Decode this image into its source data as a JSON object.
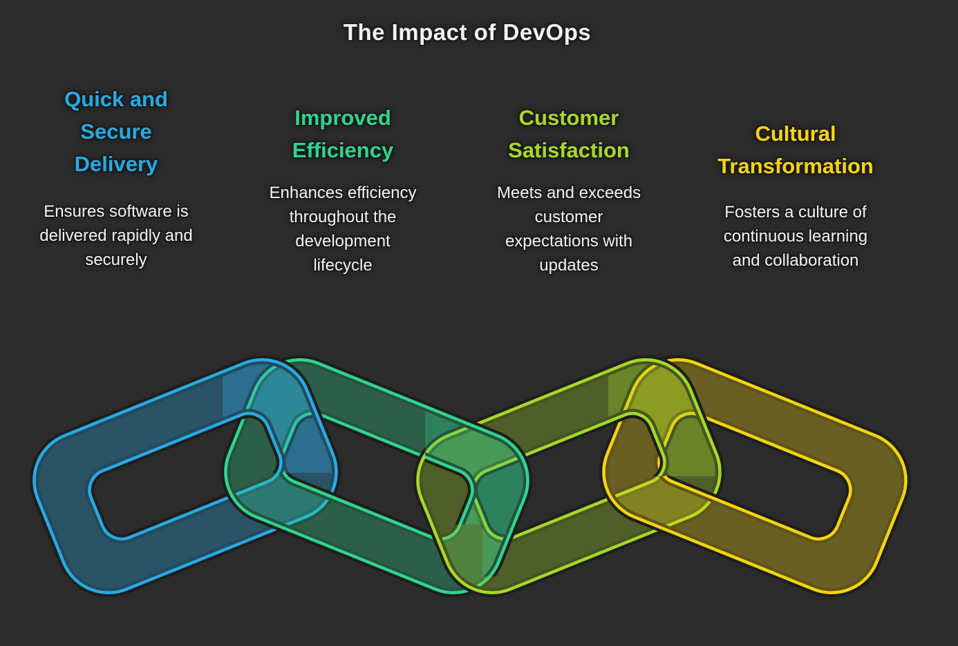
{
  "page": {
    "background": "#2b2b2b",
    "text_color": "#f2f2f2",
    "title": "The Impact of DevOps"
  },
  "columns": [
    {
      "heading": "Quick and Secure Delivery",
      "heading_lines": [
        "Quick and",
        "Secure",
        "Delivery"
      ],
      "description": "Ensures software is delivered rapidly and securely",
      "description_lines": [
        "Ensures software is",
        "delivered rapidly and",
        "securely"
      ],
      "color": "#2aa9e2"
    },
    {
      "heading": "Improved Efficiency",
      "heading_lines": [
        "Improved",
        "Efficiency"
      ],
      "description": "Enhances efficiency throughout the development lifecycle",
      "description_lines": [
        "Enhances efficiency",
        "throughout the",
        "development",
        "lifecycle"
      ],
      "color": "#31d48d"
    },
    {
      "heading": "Customer Satisfaction",
      "heading_lines": [
        "Customer",
        "Satisfaction"
      ],
      "description": "Meets and exceeds customer expectations with updates",
      "description_lines": [
        "Meets and exceeds",
        "customer",
        "expectations with",
        "updates"
      ],
      "color": "#a6d829"
    },
    {
      "heading": "Cultural Transformation",
      "heading_lines": [
        "Cultural",
        "Transformation"
      ],
      "description": "Fosters a culture of continuous learning and collaboration",
      "description_lines": [
        "Fosters a culture of",
        "continuous learning",
        "and collaboration"
      ],
      "color": "#f7d411"
    }
  ],
  "chain": {
    "links": [
      {
        "name": "link-quick-and-secure-delivery",
        "color": "#2aa9e2",
        "fill": "rgba(42,169,226,0.32)"
      },
      {
        "name": "link-improved-efficiency",
        "color": "#31d48d",
        "fill": "rgba(49,212,141,0.30)"
      },
      {
        "name": "link-customer-satisfaction",
        "color": "#a6d829",
        "fill": "rgba(166,216,41,0.30)"
      },
      {
        "name": "link-cultural-transformation",
        "color": "#f7d411",
        "fill": "rgba(247,212,17,0.30)"
      }
    ]
  }
}
